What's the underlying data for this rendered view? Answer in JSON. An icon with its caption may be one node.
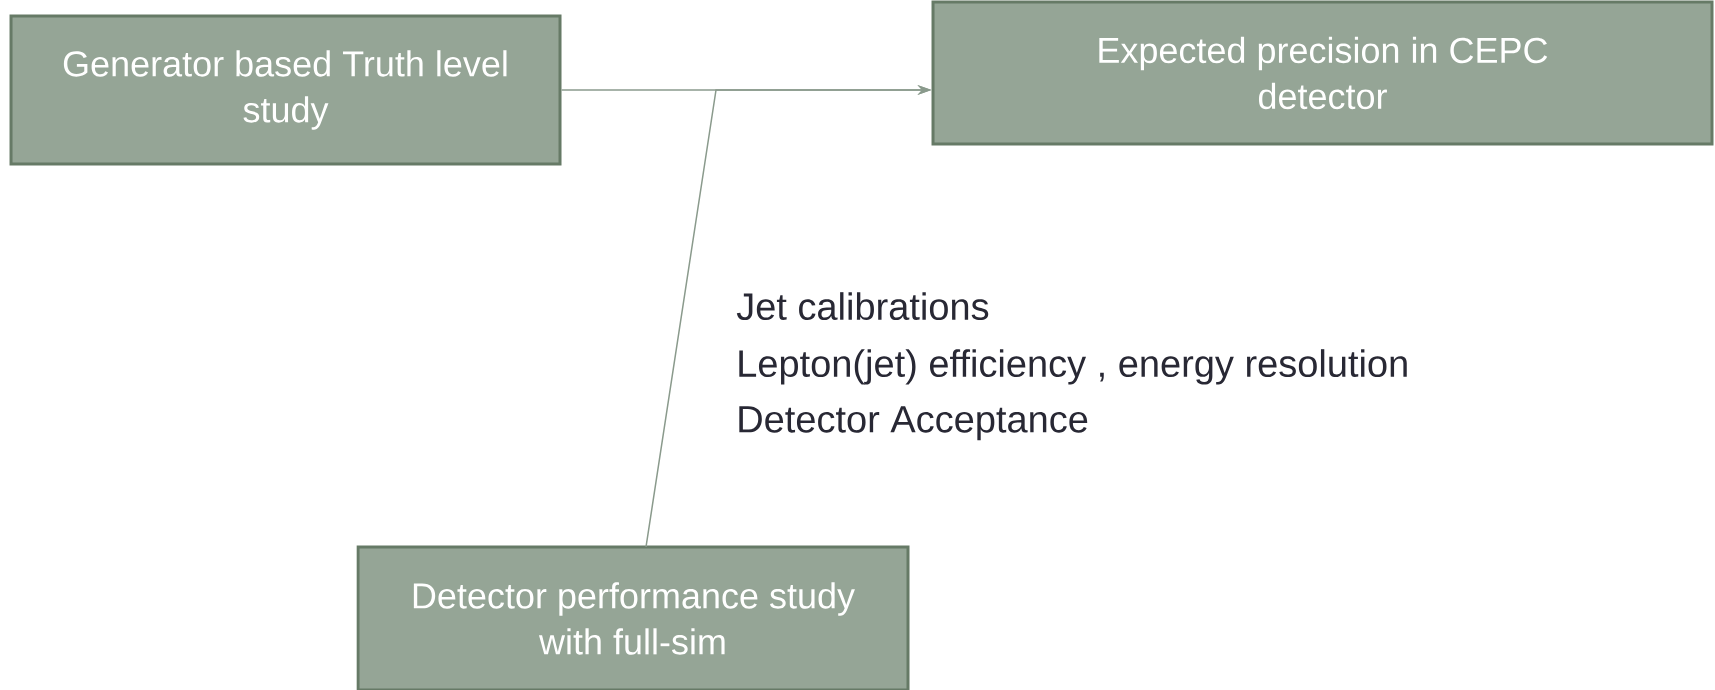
{
  "diagram": {
    "nodes": [
      {
        "text": [
          "Generator based Truth level study"
        ]
      },
      {
        "text": [
          "Expected precision in CEPC detector"
        ]
      },
      {
        "text": [
          "Detector performance study with full-sim"
        ]
      }
    ],
    "edges": [
      {
        "from": 0,
        "to": 1,
        "arrow": "to"
      },
      {
        "from": 2,
        "to": 1,
        "arrow": "to"
      }
    ],
    "labels": [
      "Jet calibrations",
      "Lepton(jet) efficiency , energy resolution",
      "Detector Acceptance"
    ]
  }
}
